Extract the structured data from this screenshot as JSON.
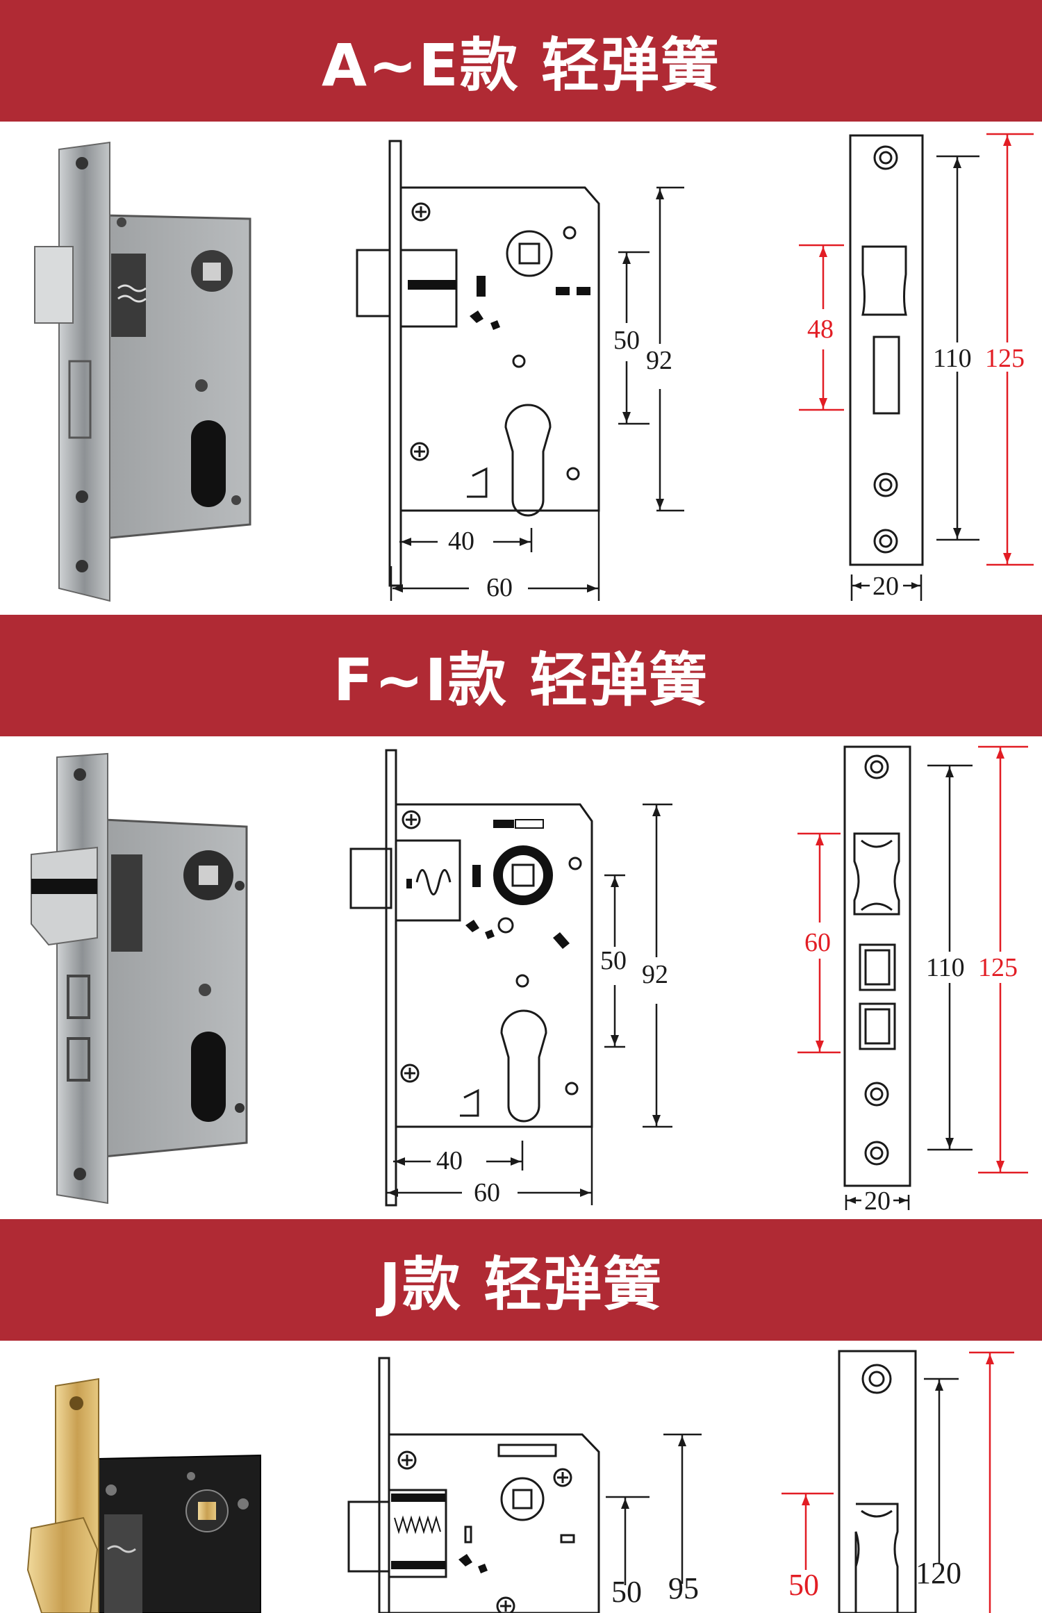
{
  "sections": [
    {
      "title": "A~E款 轻弹簧",
      "dims": {
        "w40": "40",
        "w60": "60",
        "h50": "50",
        "h92": "92",
        "face_w": "20",
        "face_inner": "110",
        "face_outer": "125",
        "face_red": "48"
      }
    },
    {
      "title": "F~I款 轻弹簧",
      "dims": {
        "w40": "40",
        "w60": "60",
        "h50": "50",
        "h92": "92",
        "face_w": "20",
        "face_inner": "110",
        "face_outer": "125",
        "face_red": "60"
      }
    },
    {
      "title": "J款 轻弹簧",
      "dims": {
        "h50": "50",
        "h95": "95",
        "face_inner": "120",
        "face_red": "50"
      }
    }
  ],
  "colors": {
    "banner": "#b02a34",
    "dimension_red": "#e21d24",
    "line": "#1a1a1a",
    "steel": "#a9acae",
    "black_body": "#1c1c1c",
    "brass": "#d8b56a"
  }
}
